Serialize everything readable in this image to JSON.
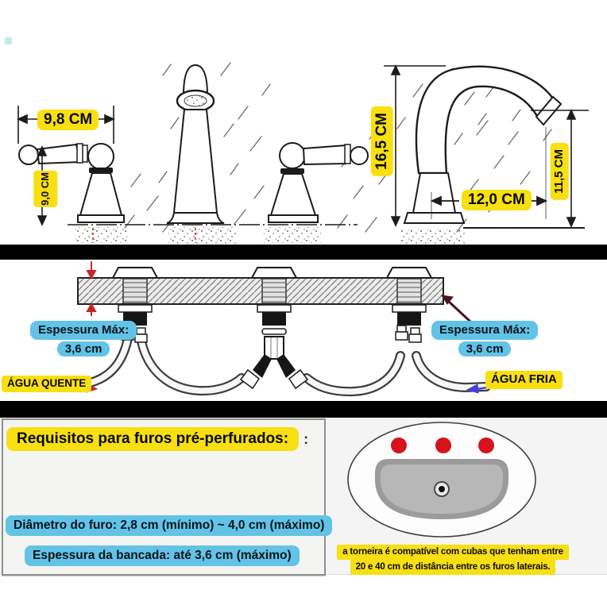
{
  "colors": {
    "label_yellow": "#f7df12",
    "label_blue": "#62c3e6",
    "red_dot": "#d6121c",
    "arrow_red": "#c62828",
    "arrow_violet": "#4b3fd6",
    "arrow_maroon": "#4a161c"
  },
  "top_diagram": {
    "handle_width_label": "9,8 CM",
    "handle_height_label": "9,0 CM",
    "spout_height_label": "16,5 CM",
    "spout_reach_label": "12,0 CM",
    "outlet_height_label": "11,5 CM"
  },
  "middle_diagram": {
    "left_thickness_line1": "Espessura Máx:",
    "left_thickness_line2": "3,6 cm",
    "right_thickness_line1": "Espessura Máx:",
    "right_thickness_line2": "3,6 cm",
    "hot_water_label": "ÁGUA QUENTE",
    "cold_water_label": "ÁGUA FRIA"
  },
  "bottom_panel": {
    "heading": "Requisitos para furos pré-perfurados:",
    "heading_suffix": ":",
    "hole_diameter_label": "Diâmetro do furo: 2,8 cm (mínimo) ~ 4,0 cm (máximo)",
    "countertop_thickness_label": "Espessura da bancada: até 3,6 cm (máximo)"
  },
  "sink_note": {
    "line1": "a torneira é compatível com cubas que tenham entre",
    "line2": "20 e 40 cm de distância entre os furos laterais."
  }
}
